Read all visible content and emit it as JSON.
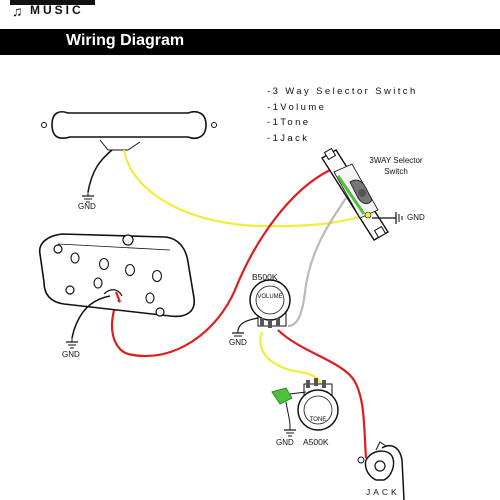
{
  "logo": {
    "brand_text": "MUSIC"
  },
  "header": {
    "title": "Wiring Diagram"
  },
  "parts_list": [
    "-3 Way Selector Switch",
    "-1Volume",
    "-1Tone",
    "-1Jack"
  ],
  "labels": {
    "gnd_neck": "GND",
    "gnd_bridge": "GND",
    "gnd_switch": "GND",
    "gnd_volume": "GND",
    "gnd_tone": "GND",
    "switch_title_1": "3WAY Selector",
    "switch_title_2": "Switch",
    "volume_value": "B500K",
    "volume_face": "VOLUME",
    "tone_face": "TONE",
    "tone_value": "A500K",
    "jack": "JACK"
  },
  "colors": {
    "hot_wire": "#e21b1b",
    "yellow_wire": "#f2ec3a",
    "gray_wire": "#b9b9b9",
    "ground_wire": "#111111",
    "capacitor": "#4cc23a",
    "title_bar": "#000000"
  }
}
